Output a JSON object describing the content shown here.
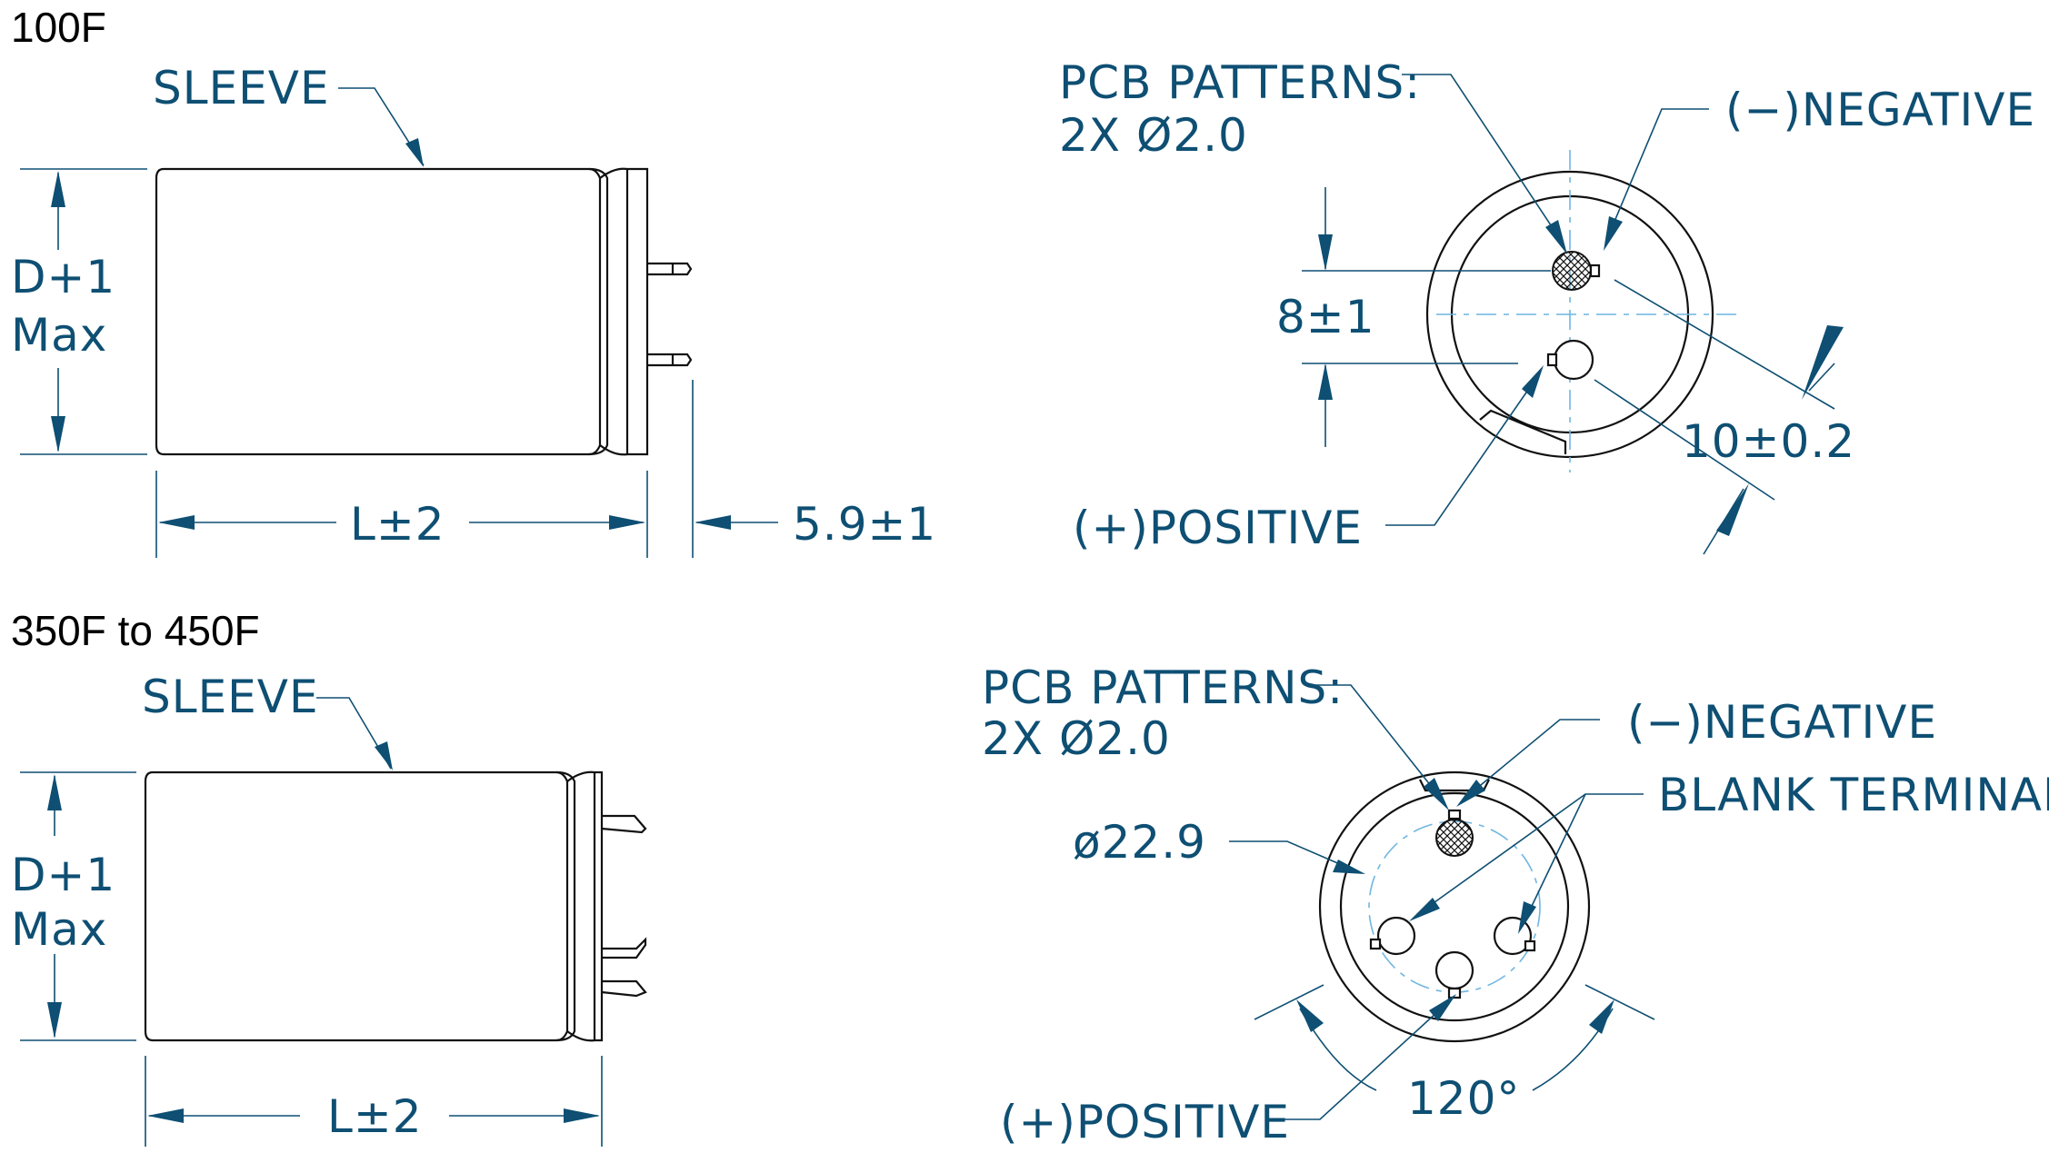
{
  "sections": [
    {
      "title": "100F",
      "sleeve": "SLEEVE",
      "diameter_label": [
        "D+1",
        "Max"
      ],
      "length_label": "L±2",
      "lead_label": "5.9±1",
      "pcb_label": [
        "PCB PATTERNS:",
        "2X Ø2.0"
      ],
      "negative": "(−)NEGATIVE",
      "positive": "(+)POSITIVE",
      "spacing": "8±1",
      "pitch": "10±0.2"
    },
    {
      "title": "350F to 450F",
      "sleeve": "SLEEVE",
      "diameter_label": [
        "D+1",
        "Max"
      ],
      "length_label": "L±2",
      "pcb_label": [
        "PCB PATTERNS:",
        "2X Ø2.0"
      ],
      "negative": "(−)NEGATIVE",
      "blank": "BLANK TERMINAL",
      "circle_dia": "ø22.9",
      "positive": "(+)POSITIVE",
      "angle": "120°"
    }
  ],
  "colors": {
    "dimension": "#0e4f73",
    "outline": "#111111",
    "centerline": "#6fb6e0"
  }
}
